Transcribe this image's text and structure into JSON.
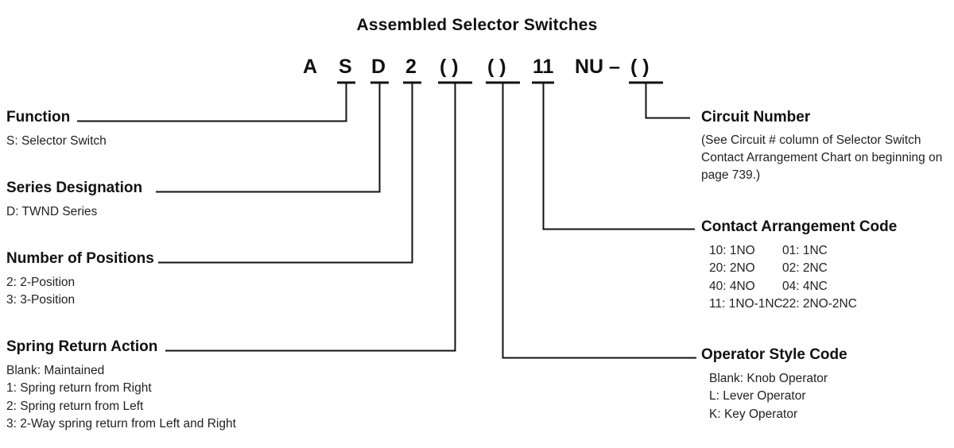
{
  "title": "Assembled Selector Switches",
  "part_number": {
    "segments": [
      {
        "id": "prefix",
        "text": "A",
        "leader": false
      },
      {
        "id": "function",
        "text": "S",
        "leader": true
      },
      {
        "id": "series",
        "text": "D",
        "leader": true
      },
      {
        "id": "positions",
        "text": "2",
        "leader": true
      },
      {
        "id": "spring",
        "text": "( )",
        "leader": true
      },
      {
        "id": "operator",
        "text": "( )",
        "leader": true
      },
      {
        "id": "contact",
        "text": "11",
        "leader": true
      },
      {
        "id": "nu",
        "text": "NU",
        "leader": false
      },
      {
        "id": "dash",
        "text": "–",
        "leader": false
      },
      {
        "id": "circuit",
        "text": "( )",
        "leader": true
      }
    ]
  },
  "left": {
    "function": {
      "heading": "Function",
      "options": [
        "S:  Selector Switch"
      ]
    },
    "series": {
      "heading": "Series Designation",
      "options": [
        "D:  TWND Series"
      ]
    },
    "positions": {
      "heading": "Number of Positions",
      "options": [
        "2:  2-Position",
        "3:  3-Position"
      ]
    },
    "spring": {
      "heading": "Spring Return Action",
      "options": [
        "Blank:  Maintained",
        "1:  Spring return from Right",
        "2:  Spring return from Left",
        "3:  2-Way spring return from Left and Right"
      ]
    }
  },
  "right": {
    "circuit": {
      "heading": "Circuit Number",
      "note": "(See Circuit # column of Selector Switch Contact Arrangement Chart on beginning on page 739.)"
    },
    "contact": {
      "heading": "Contact Arrangement Code",
      "codes": [
        {
          "left": "10:  1NO",
          "right": "01: 1NC"
        },
        {
          "left": "20: 2NO",
          "right": "02: 2NC"
        },
        {
          "left": "40: 4NO",
          "right": "04: 4NC"
        },
        {
          "left": "11: 1NO-1NC",
          "right": "22: 2NO-2NC"
        }
      ]
    },
    "operator": {
      "heading": "Operator Style Code",
      "options": [
        "Blank: Knob Operator",
        "L:   Lever Operator",
        "K:   Key Operator"
      ]
    }
  },
  "colors": {
    "ink": "#111111",
    "body": "#222222",
    "background": "#ffffff"
  }
}
